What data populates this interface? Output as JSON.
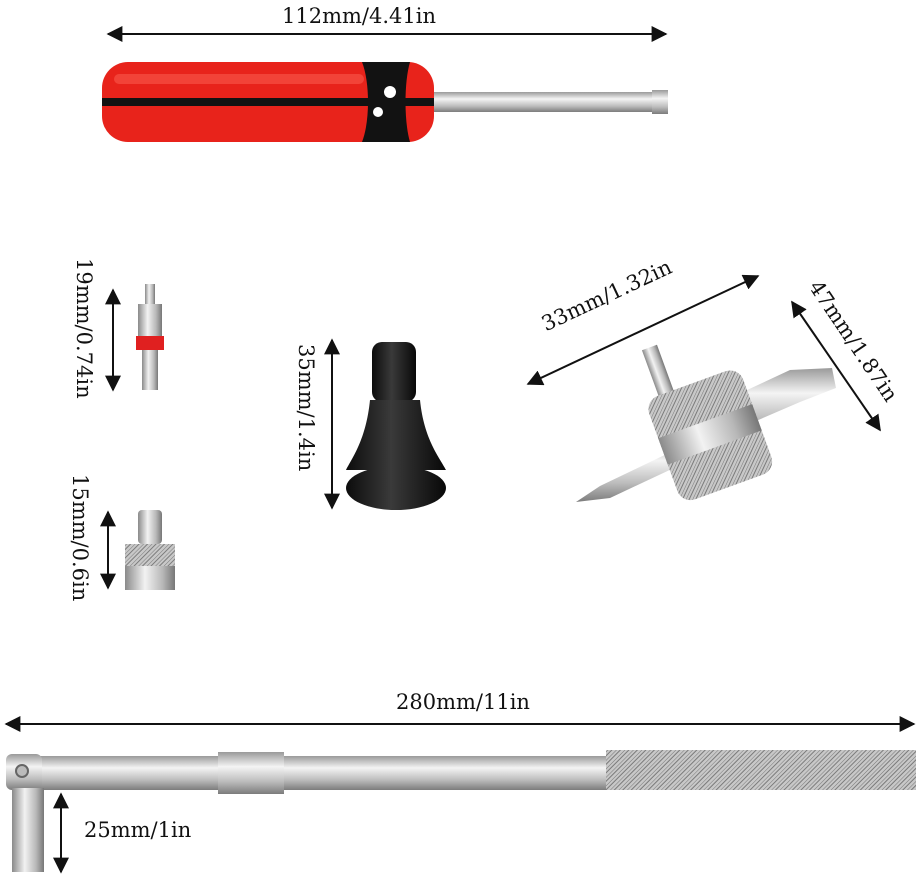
{
  "dimensions": {
    "screwdriver_length": "112mm/4.41in",
    "valve_core_height": "19mm/0.74in",
    "valve_cap_height": "15mm/0.6in",
    "valve_stem_height": "35mm/1.4in",
    "four_way_tool_width": "33mm/1.32in",
    "four_way_tool_length": "47mm/1.87in",
    "installer_length": "280mm/11in",
    "installer_socket_depth": "25mm/1in"
  },
  "colors": {
    "handle_red": "#e8231b",
    "handle_black": "#121212",
    "metal_light": "#e6e6e6",
    "metal_dark": "#8a8a8a",
    "rubber_black": "#1a1a1a",
    "core_red": "#e02020",
    "arrow": "#111111"
  }
}
